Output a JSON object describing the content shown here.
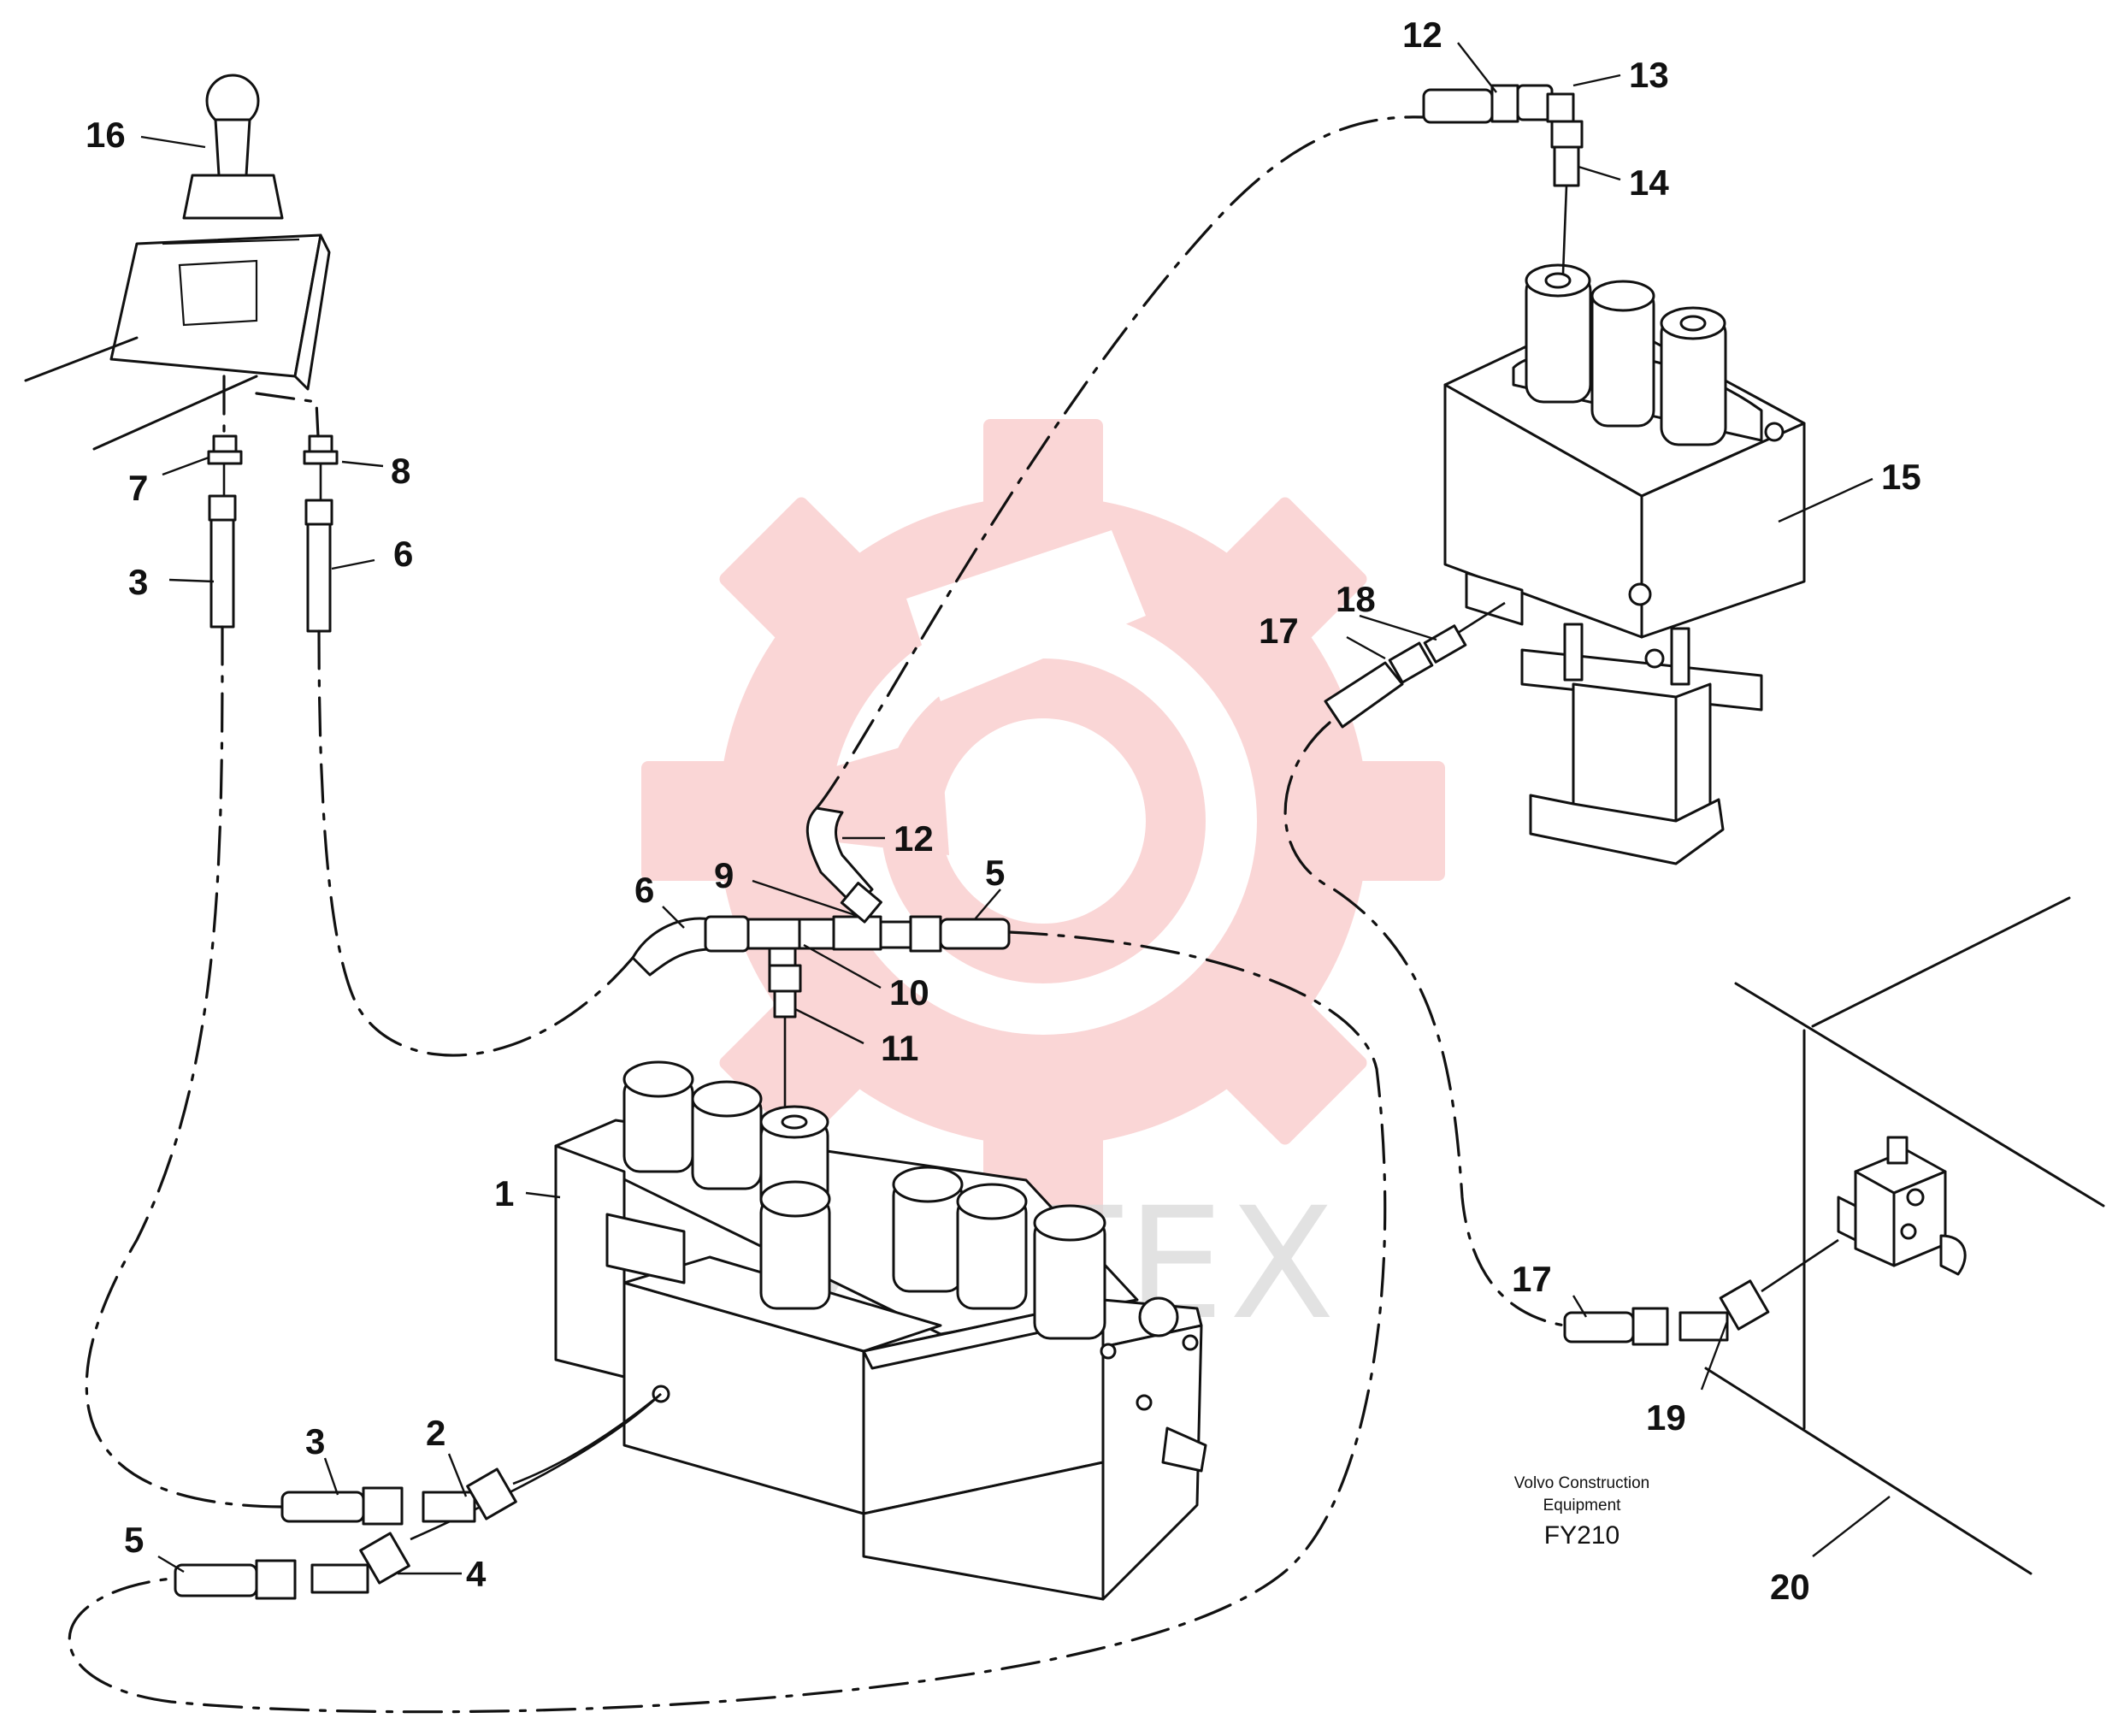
{
  "callouts": [
    {
      "id": "c16",
      "label": "16"
    },
    {
      "id": "c7",
      "label": "7"
    },
    {
      "id": "c8",
      "label": "8"
    },
    {
      "id": "c3a",
      "label": "3"
    },
    {
      "id": "c6a",
      "label": "6"
    },
    {
      "id": "c12a",
      "label": "12"
    },
    {
      "id": "c13",
      "label": "13"
    },
    {
      "id": "c14",
      "label": "14"
    },
    {
      "id": "c15",
      "label": "15"
    },
    {
      "id": "c18",
      "label": "18"
    },
    {
      "id": "c17a",
      "label": "17"
    },
    {
      "id": "c12b",
      "label": "12"
    },
    {
      "id": "c9",
      "label": "9"
    },
    {
      "id": "c5a",
      "label": "5"
    },
    {
      "id": "c6b",
      "label": "6"
    },
    {
      "id": "c10",
      "label": "10"
    },
    {
      "id": "c11",
      "label": "11"
    },
    {
      "id": "c1",
      "label": "1"
    },
    {
      "id": "c17b",
      "label": "17"
    },
    {
      "id": "c19",
      "label": "19"
    },
    {
      "id": "c3b",
      "label": "3"
    },
    {
      "id": "c2",
      "label": "2"
    },
    {
      "id": "c5b",
      "label": "5"
    },
    {
      "id": "c4",
      "label": "4"
    },
    {
      "id": "c20",
      "label": "20"
    }
  ],
  "caption": {
    "line1": "Volvo Construction",
    "line2": "Equipment",
    "code": "FY210"
  },
  "watermark": {
    "text": "ИНТЕХ",
    "color": "#f4a6a6"
  }
}
